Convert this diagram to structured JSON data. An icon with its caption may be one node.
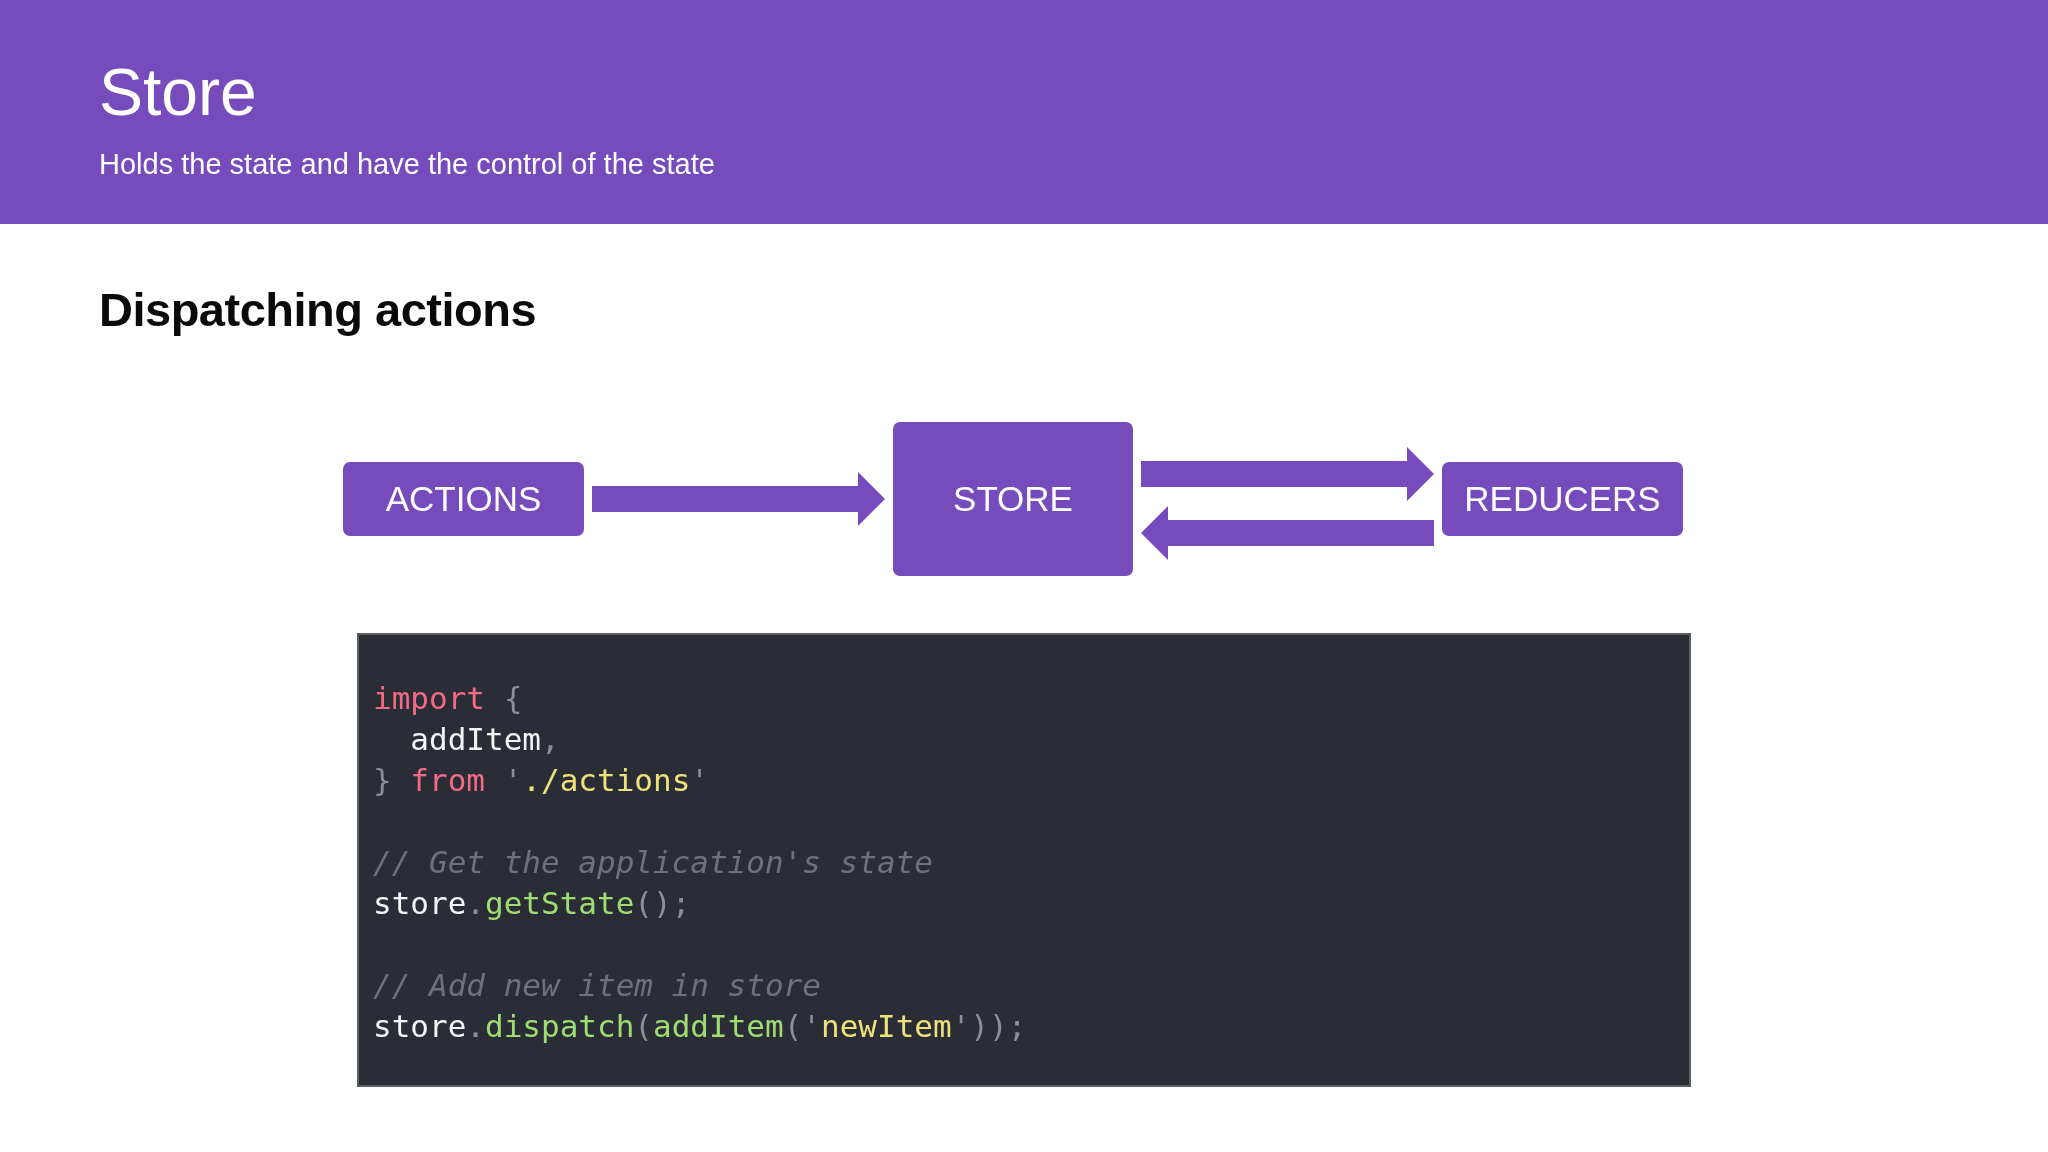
{
  "diagram": {
    "title": "Store",
    "nodes": [
      {
        "text": [
          "ACTIONS"
        ]
      },
      {
        "text": [
          "STORE"
        ]
      },
      {
        "text": [
          "REDUCERS"
        ]
      }
    ],
    "edges": [
      {
        "from": 0,
        "to": 1,
        "arrow": "to"
      },
      {
        "from": 1,
        "to": 2,
        "arrow": "to"
      },
      {
        "from": 2,
        "to": 1,
        "arrow": "to"
      }
    ],
    "labels": [
      "Holds the state and have the control of the state",
      "Dispatching actions",
      "import {",
      "  addItem,",
      "} from './actions'",
      "// Get the application's state",
      "store.getState();",
      "// Add new item in store",
      "store.dispatch(addItem('newItem'));"
    ]
  }
}
